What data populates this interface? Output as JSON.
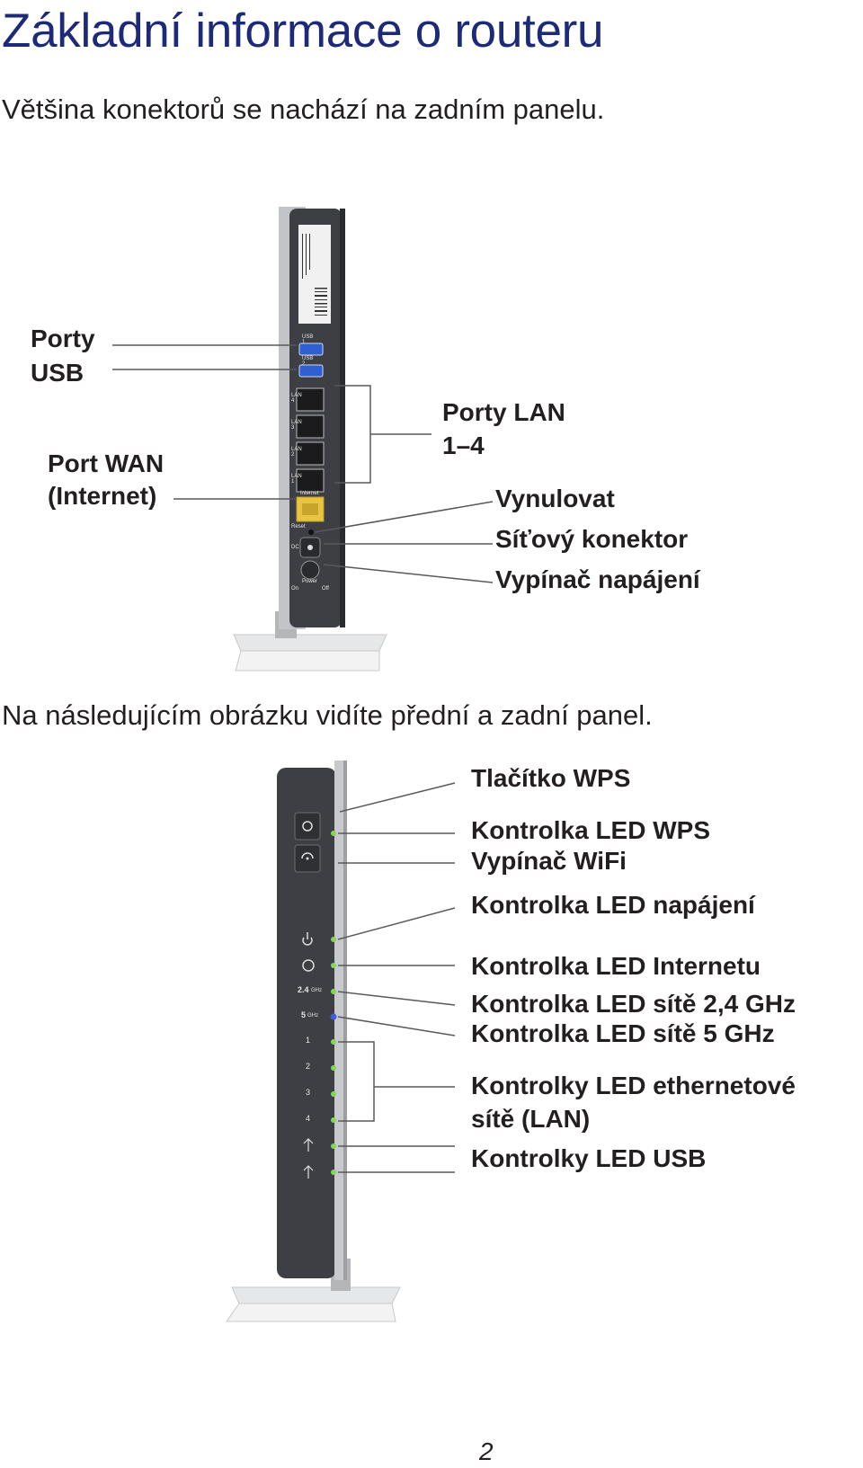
{
  "page": {
    "title": "Základní informace o routeru",
    "intro_back": "Většina konektorů se nachází na zadním panelu.",
    "intro_front": "Na následujícím obrázku vidíte přední a zadní panel.",
    "page_number": "2"
  },
  "back_panel": {
    "labels": {
      "usb_line1": "Porty",
      "usb_line2": "USB",
      "wan_line1": "Port WAN",
      "wan_line2": "(Internet)",
      "lan_line1": "Porty LAN",
      "lan_line2": "1–4",
      "reset": "Vynulovat",
      "power_connector": "Síťový konektor",
      "power_switch": "Vypínač napájení"
    },
    "device_text": {
      "usb1": "USB 1",
      "usb2": "USB 2",
      "lan4": "LAN 4",
      "lan3": "LAN 3",
      "lan2": "LAN 2",
      "lan1": "LAN 1",
      "internet": "Internet",
      "reset": "Reset",
      "dc": "DC",
      "power": "Power",
      "on": "On",
      "off": "Off"
    }
  },
  "front_panel": {
    "labels": {
      "wps_button": "Tlačítko WPS",
      "wps_led": "Kontrolka LED WPS",
      "wifi_switch": "Vypínač WiFi",
      "power_led": "Kontrolka LED napájení",
      "internet_led": "Kontrolka LED Internetu",
      "led_24": "Kontrolka LED sítě 2,4 GHz",
      "led_5": "Kontrolka LED sítě 5 GHz",
      "lan_leds_line1": "Kontrolky LED ethernetové",
      "lan_leds_line2": "sítě (LAN)",
      "usb_leds": "Kontrolky LED USB"
    },
    "device_text": {
      "band24": "2.4",
      "band24_unit": "GHz",
      "band5": "5",
      "band5_unit": "GHz",
      "port1": "1",
      "port2": "2",
      "port3": "3",
      "port4": "4"
    }
  },
  "colors": {
    "title": "#1d2a78",
    "text": "#231f20",
    "device_body": "#3e3f44",
    "device_edge": "#a7a9ac",
    "led_green": "#7ed957",
    "led_blue": "#3f5fd6",
    "callout_line": "#58595b",
    "port_yellow": "#e8c441"
  }
}
